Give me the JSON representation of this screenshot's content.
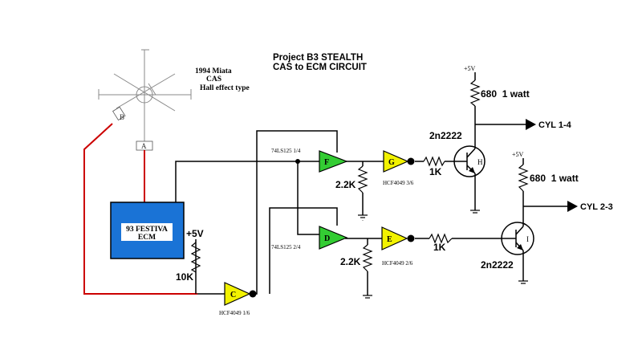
{
  "title": {
    "line1": "Project  B3 STEALTH",
    "line2": "CAS to ECM CIRCUIT"
  },
  "sensor": {
    "label_line1": "1994 Miata",
    "label_line2": "CAS",
    "label_line3": "Hall effect type",
    "pickup_a": "A",
    "pickup_b": "B"
  },
  "ecm": {
    "label_line1": "93 FESTIVA",
    "label_line2": "ECM"
  },
  "rails": {
    "v5_left": "+5V",
    "v5_top": "+5V",
    "v5_right": "+5V"
  },
  "resistors": {
    "r_pullup": "10K",
    "r_f_shunt": "2.2K",
    "r_d_shunt": "2.2K",
    "r_g_base": "1K",
    "r_e_base": "1K",
    "r_h_collector": "680  1 watt",
    "r_i_collector": "680  1 watt"
  },
  "gates": {
    "c": {
      "letter": "C",
      "part": "HCF4049 1/6"
    },
    "f": {
      "letter": "F",
      "part": "74LS125  1/4"
    },
    "d": {
      "letter": "D",
      "part": "74LS125  2/4"
    },
    "g": {
      "letter": "G",
      "part": "HCF4049 3/6"
    },
    "e": {
      "letter": "E",
      "part": "HCF4049 2/6"
    }
  },
  "transistors": {
    "h": {
      "letter": "H",
      "part": "2n2222"
    },
    "i": {
      "letter": "I",
      "part": "2n2222"
    }
  },
  "outputs": {
    "cyl14": "CYL 1-4",
    "cyl23": "CYL 2-3"
  },
  "colors": {
    "wire": "#000000",
    "sensor_wire": "#cc0000",
    "ecm_fill": "#1a73d6",
    "buffer_fill": "#33cc33",
    "inverter_fill": "#f2f200",
    "sensor_gray": "#8a8a8a"
  }
}
